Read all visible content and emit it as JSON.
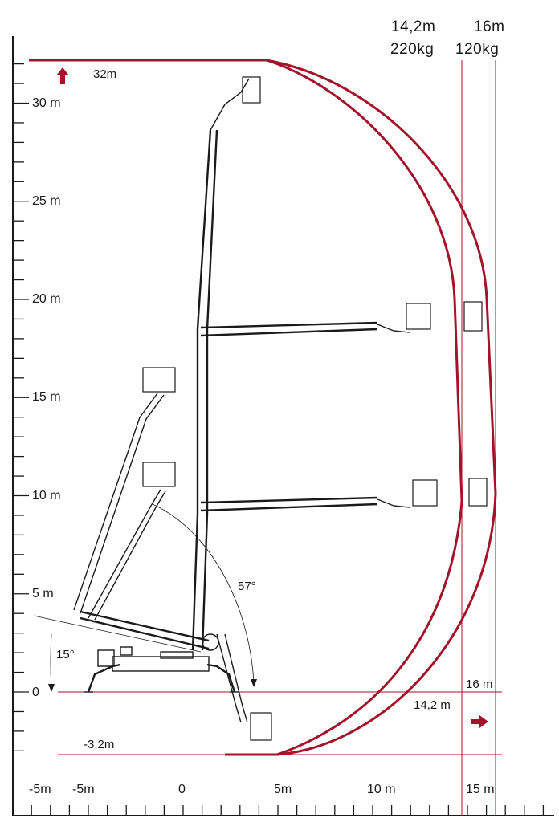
{
  "header": {
    "col1_reach": "14,2m",
    "col1_load": "220kg",
    "col2_reach": "16m",
    "col2_load": "120kg"
  },
  "annotations": {
    "max_height": "32m",
    "min_depth": "-3,2m",
    "reach_16": "16 m",
    "reach_14_2": "14,2 m",
    "angle_57": "57°",
    "angle_15": "15°"
  },
  "y_axis_labels": [
    "30 m",
    "25 m",
    "20 m",
    "15 m",
    "10 m",
    "5 m",
    "0"
  ],
  "x_axis_labels": [
    "-5m",
    "-5m",
    "0",
    "5m",
    "10 m",
    "15 m"
  ],
  "colors": {
    "envelope": "#a3132a",
    "machine": "#1a1a1a",
    "background": "#ffffff"
  }
}
